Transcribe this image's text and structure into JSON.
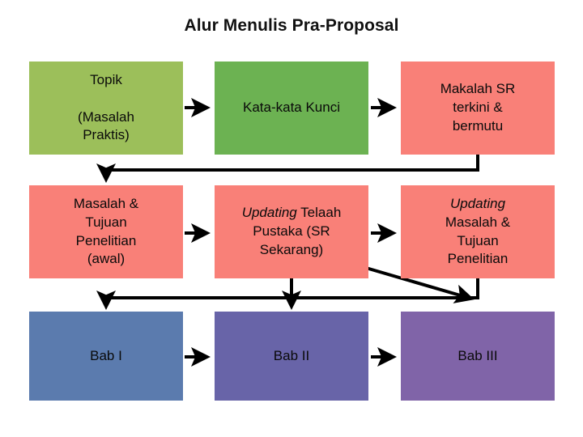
{
  "title": "Alur Menulis Pra-Proposal",
  "colors": {
    "topik": "#9CBF5A",
    "kata_kunci": "#6CB252",
    "makalah": "#F98078",
    "bab1": "#5B7BAE",
    "bab2": "#6864A8",
    "bab3": "#8064A8",
    "connector": "#000000",
    "background": "#FFFFFF",
    "text": "#0A0A0A"
  },
  "nodes": {
    "topik": {
      "line1": "Topik",
      "line2": "(Masalah",
      "line3": "Praktis)"
    },
    "kata_kunci": {
      "line1": "Kata-kata Kunci"
    },
    "makalah_sr": {
      "line1": "Makalah SR",
      "line2": "terkini &",
      "line3": "bermutu"
    },
    "masalah_awal": {
      "line1": "Masalah &",
      "line2": "Tujuan",
      "line3": "Penelitian",
      "line4": "(awal)"
    },
    "telaah_pustaka": {
      "italic": "Updating",
      "line1": " Telaah",
      "line2": "Pustaka (SR",
      "line3": "Sekarang)"
    },
    "updating_masalah": {
      "italic": "Updating",
      "line1": "Masalah &",
      "line2": "Tujuan",
      "line3": "Penelitian"
    },
    "bab1": {
      "line1": "Bab I"
    },
    "bab2": {
      "line1": "Bab II"
    },
    "bab3": {
      "line1": "Bab III"
    }
  },
  "connectors": [
    {
      "name": "topik-to-kata-kunci",
      "type": "arrow-right"
    },
    {
      "name": "kata-kunci-to-makalah-sr",
      "type": "arrow-right"
    },
    {
      "name": "makalah-sr-to-masalah-awal",
      "type": "elbow-down-left"
    },
    {
      "name": "masalah-awal-to-telaah",
      "type": "arrow-right"
    },
    {
      "name": "telaah-to-updating-masalah",
      "type": "arrow-right"
    },
    {
      "name": "updating-masalah-to-bab1",
      "type": "elbow-down-left"
    },
    {
      "name": "telaah-to-bab2",
      "type": "arrow-down"
    },
    {
      "name": "telaah-to-bab3",
      "type": "diagonal-down-right"
    },
    {
      "name": "bab1-to-bab2",
      "type": "arrow-right"
    },
    {
      "name": "bab2-to-bab3",
      "type": "arrow-right"
    }
  ]
}
